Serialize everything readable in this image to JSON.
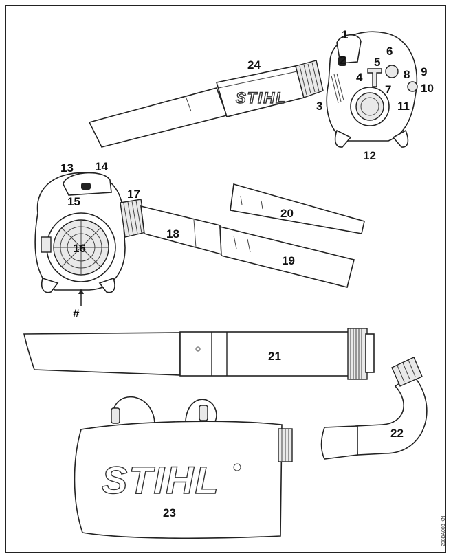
{
  "parts": {
    "p1": "1",
    "p2": "2",
    "p3": "3",
    "p4": "4",
    "p5": "5",
    "p6": "6",
    "p7": "7",
    "p8": "8",
    "p9": "9",
    "p10": "10",
    "p11": "11",
    "p12": "12",
    "p13": "13",
    "p14": "14",
    "p15": "15",
    "p16": "16",
    "p17": "17",
    "p18": "18",
    "p19": "19",
    "p20": "20",
    "p21": "21",
    "p22": "22",
    "p23": "23",
    "p24": "24",
    "hash": "#"
  },
  "brand": {
    "tube_logo": "STIHL",
    "bag_logo": "STIHL"
  },
  "doc_code": "298BA003 KN"
}
